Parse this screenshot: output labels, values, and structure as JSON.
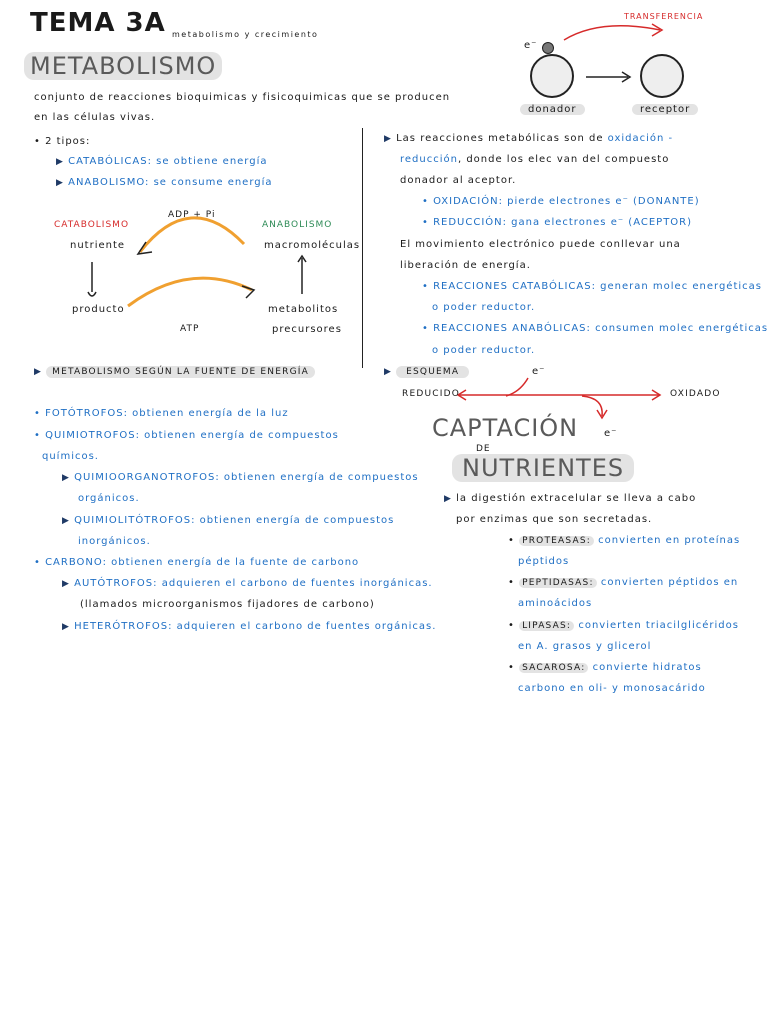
{
  "header": {
    "title": "TEMA 3A",
    "subtitle": "metabolismo y crecimiento",
    "section1": "METABOLISMO"
  },
  "left": {
    "definition_line1": "conjunto de reacciones bioquimicas y fisicoquimicas que se producen",
    "definition_line2": "en las células vivas.",
    "tipos": "• 2 tipos:",
    "catabolicas_label": "CATABÓLICAS:",
    "catabolicas_text": "se obtiene energía",
    "anabolismo_label": "ANABOLISMO:",
    "anabolismo_text": "se consume energía",
    "diagram": {
      "catabolismo": "CATABOLISMO",
      "anabolismo": "ANABOLISMO",
      "adp": "ADP + Pi",
      "nutriente": "nutriente",
      "macromoleculas": "macromoléculas",
      "producto": "producto",
      "metabolitos": "metabolitos",
      "precursores": "precursores",
      "atp": "ATP"
    },
    "fuente_heading": "METABOLISMO SEGÚN LA FUENTE DE ENERGÍA",
    "fototrofos_label": "• FOTÓTROFOS:",
    "fototrofos_text": "obtienen energía de la luz",
    "quimiotrofos_label": "• QUIMIOTROFOS:",
    "quimiotrofos_text": "obtienen energía de compuestos",
    "quimiotrofos_text2": "químicos.",
    "quimioorg_label": "QUIMIOORGANOTROFOS:",
    "quimioorg_text": "obtienen energía de compuestos",
    "quimioorg_text2": "orgánicos.",
    "quimiolit_label": "QUIMIOLITÓTROFOS:",
    "quimiolit_text": "obtienen energía de compuestos",
    "quimiolit_text2": "inorgánicos.",
    "carbono_label": "• CARBONO:",
    "carbono_text": "obtienen energía de la fuente de carbono",
    "autotrofos_label": "AUTÓTROFOS:",
    "autotrofos_text": "adquieren el carbono de fuentes inorgánicas.",
    "autotrofos_text2": "(llamados microorganismos fijadores de carbono)",
    "heterotrofos_label": "HETERÓTROFOS:",
    "heterotrofos_text": "adquieren el carbono de fuentes orgánicas."
  },
  "right": {
    "transferencia": "TRANSFERENCIA",
    "electron": "e⁻",
    "donador": "donador",
    "receptor": "receptor",
    "redox_line1_a": "Las reacciones metabólicas son de",
    "redox_line1_b": "oxidación -",
    "redox_line2_a": "reducción",
    "redox_line2_b": ", donde los elec van del compuesto",
    "redox_line3": "donador al aceptor.",
    "oxidacion": "• OXIDACIÓN: pierde electrones e⁻ (DONANTE)",
    "reduccion": "• REDUCCIÓN: gana electrones e⁻ (ACEPTOR)",
    "mov_line1": "El movimiento electrónico puede conllevar una",
    "mov_line2": "liberación de energía.",
    "catab_label": "• REACCIONES CATABÓLICAS:",
    "catab_text": "generan molec energéticas",
    "catab_text2": "o poder reductor.",
    "anab_label": "• REACCIONES ANABÓLICAS:",
    "anab_text": "consumen molec energéticas",
    "anab_text2": "o poder reductor.",
    "esquema": "ESQUEMA",
    "reducido": "REDUCIDO",
    "oxidado": "OXIDADO",
    "captacion_1": "CAPTACIÓN",
    "captacion_de": "DE",
    "captacion_2": "NUTRIENTES",
    "digestion_line1": "la digestión extracelular se lleva a cabo",
    "digestion_line2": "por enzimas que son secretadas.",
    "proteasas_label": "PROTEASAS:",
    "proteasas_text": "convierten en proteínas",
    "proteasas_text2": "péptidos",
    "peptidasas_label": "PEPTIDASAS:",
    "peptidasas_text": "convierten péptidos en",
    "peptidasas_text2": "aminoácidos",
    "lipasas_label": "LIPASAS:",
    "lipasas_text": "convierten triacilglicéridos",
    "lipasas_text2": "en A. grasos y glicerol",
    "sacarosa_label": "SACAROSA:",
    "sacarosa_text": "convierte hidratos",
    "sacarosa_text2": "carbono en oli- y monosacárido"
  },
  "colors": {
    "blue": "#1f6fc4",
    "red": "#d62a2a",
    "green": "#2e8b57",
    "orange": "#f0a030",
    "highlight": "#e3e3e3"
  }
}
